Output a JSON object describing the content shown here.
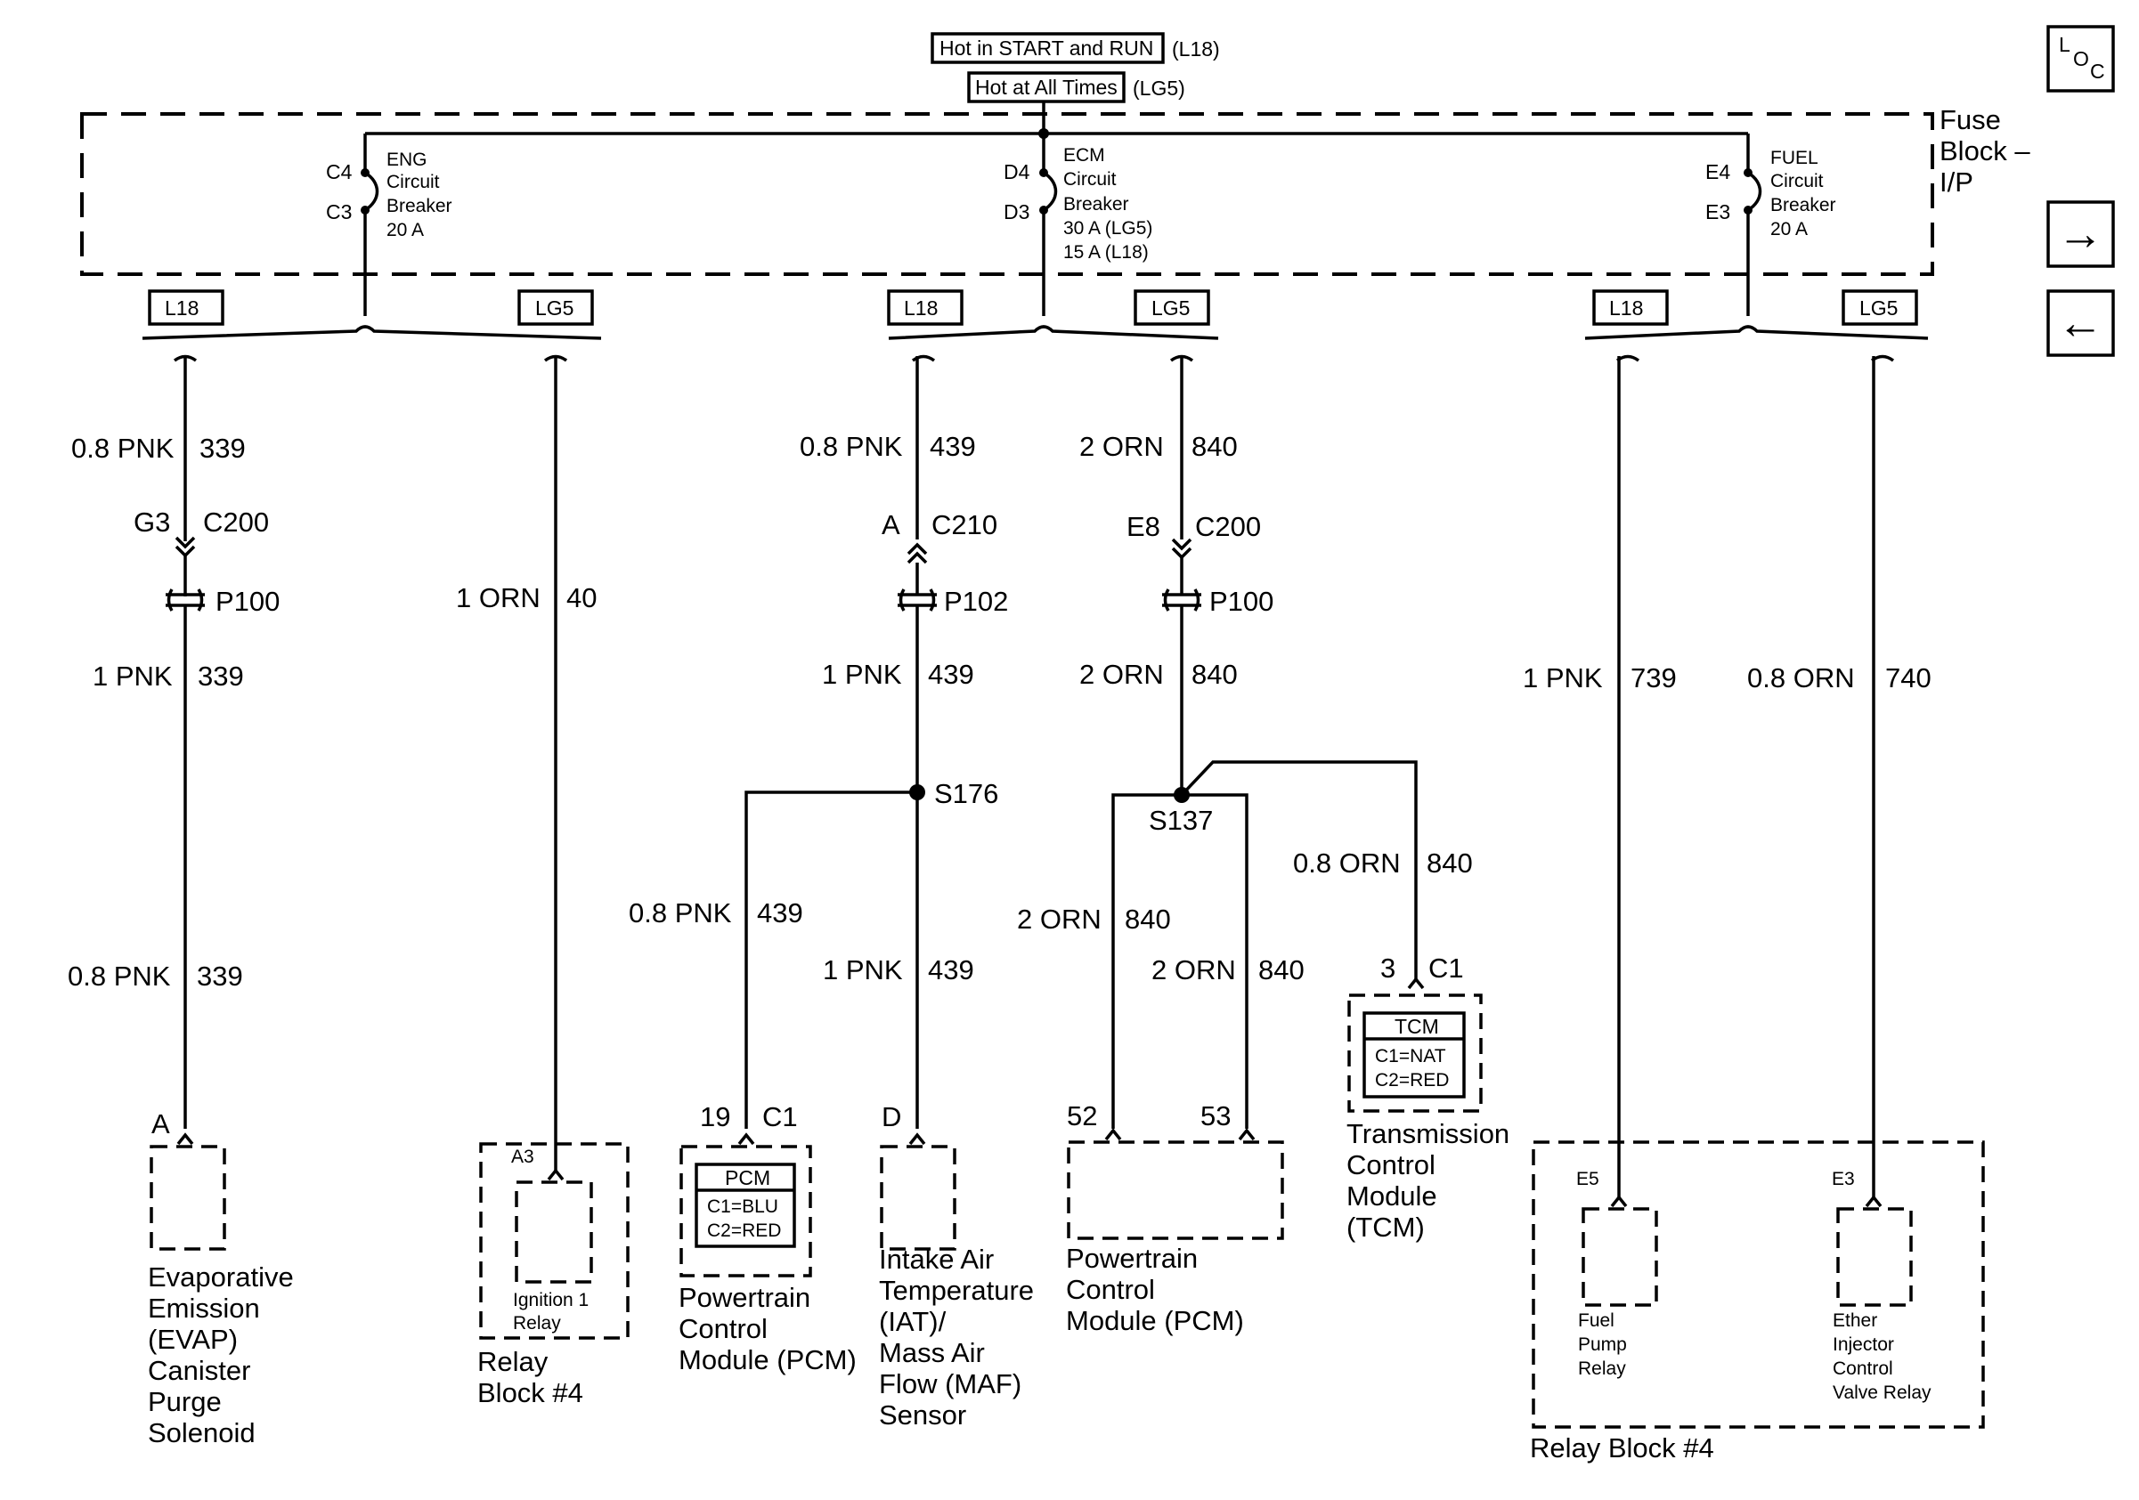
{
  "power": {
    "hot_start_run": "Hot in START and RUN",
    "hot_start_run_code": "(L18)",
    "hot_all_times": "Hot at All Times",
    "hot_all_times_code": "(LG5)"
  },
  "fuse_block": {
    "name_line1": "Fuse",
    "name_line2": "Block –",
    "name_line3": "I/P",
    "eng": {
      "top_pin": "C4",
      "bottom_pin": "C3",
      "line1": "ENG",
      "line2": "Circuit",
      "line3": "Breaker",
      "line4": "20 A"
    },
    "ecm": {
      "top_pin": "D4",
      "bottom_pin": "D3",
      "line1": "ECM",
      "line2": "Circuit",
      "line3": "Breaker",
      "line4": "30 A (LG5)",
      "line5": "15 A (L18)"
    },
    "fuel": {
      "top_pin": "E4",
      "bottom_pin": "E3",
      "line1": "FUEL",
      "line2": "Circuit",
      "line3": "Breaker",
      "line4": "20 A"
    }
  },
  "option_tags": {
    "l18": "L18",
    "lg5": "LG5"
  },
  "nav": {
    "loc_icon_l": "L",
    "loc_icon_o": "O",
    "loc_icon_c": "C",
    "next_arrow": "→",
    "prev_arrow": "←"
  },
  "wires": {
    "w1": {
      "gauge": "0.8 PNK",
      "circuit": "339"
    },
    "w2": {
      "gauge": "1 PNK",
      "circuit": "339"
    },
    "w3": {
      "gauge": "0.8 PNK",
      "circuit": "339"
    },
    "w4": {
      "gauge": "1 ORN",
      "circuit": "40"
    },
    "w5": {
      "gauge": "0.8 PNK",
      "circuit": "439"
    },
    "w6": {
      "gauge": "1 PNK",
      "circuit": "439"
    },
    "w7": {
      "gauge": "0.8 PNK",
      "circuit": "439"
    },
    "w8": {
      "gauge": "1 PNK",
      "circuit": "439"
    },
    "w9": {
      "gauge": "2 ORN",
      "circuit": "840"
    },
    "w10": {
      "gauge": "2 ORN",
      "circuit": "840"
    },
    "w11": {
      "gauge": "2 ORN",
      "circuit": "840"
    },
    "w12": {
      "gauge": "2 ORN",
      "circuit": "840"
    },
    "w13": {
      "gauge": "0.8 ORN",
      "circuit": "840"
    },
    "w14": {
      "gauge": "1 PNK",
      "circuit": "739"
    },
    "w15": {
      "gauge": "0.8 ORN",
      "circuit": "740"
    }
  },
  "connectors": {
    "c200_pin_g3": "G3",
    "c200_a": "C200",
    "p100_a": "P100",
    "c210_pin_a": "A",
    "c210": "C210",
    "p102": "P102",
    "c200_pin_e8": "E8",
    "c200_b": "C200",
    "p100_b": "P100",
    "s176": "S176",
    "s137": "S137"
  },
  "components": {
    "evap": {
      "pin": "A",
      "line1": "Evaporative",
      "line2": "Emission",
      "line3": "(EVAP)",
      "line4": "Canister",
      "line5": "Purge",
      "line6": "Solenoid"
    },
    "ign_relay": {
      "pin": "A3",
      "line1": "Ignition 1",
      "line2": "Relay",
      "block1": "Relay",
      "block2": "Block #4"
    },
    "pcm1": {
      "pin": "19",
      "conn": "C1",
      "tag": "PCM",
      "c1": "C1=BLU",
      "c2": "C2=RED",
      "line1": "Powertrain",
      "line2": "Control",
      "line3": "Module (PCM)"
    },
    "iat": {
      "pin": "D",
      "line1": "Intake Air",
      "line2": "Temperature",
      "line3": "(IAT)/",
      "line4": "Mass Air",
      "line5": "Flow (MAF)",
      "line6": "Sensor"
    },
    "pcm2": {
      "pin_a": "52",
      "pin_b": "53",
      "line1": "Powertrain",
      "line2": "Control",
      "line3": "Module (PCM)"
    },
    "tcm": {
      "pin": "3",
      "conn": "C1",
      "tag": "TCM",
      "c1": "C1=NAT",
      "c2": "C2=RED",
      "line1": "Transmission",
      "line2": "Control",
      "line3": "Module",
      "line4": "(TCM)"
    },
    "relay_block": {
      "name": "Relay Block #4",
      "fuel_pump": {
        "pin": "E5",
        "line1": "Fuel",
        "line2": "Pump",
        "line3": "Relay"
      },
      "ether": {
        "pin": "E3",
        "line1": "Ether",
        "line2": "Injector",
        "line3": "Control",
        "line4": "Valve Relay"
      }
    }
  }
}
